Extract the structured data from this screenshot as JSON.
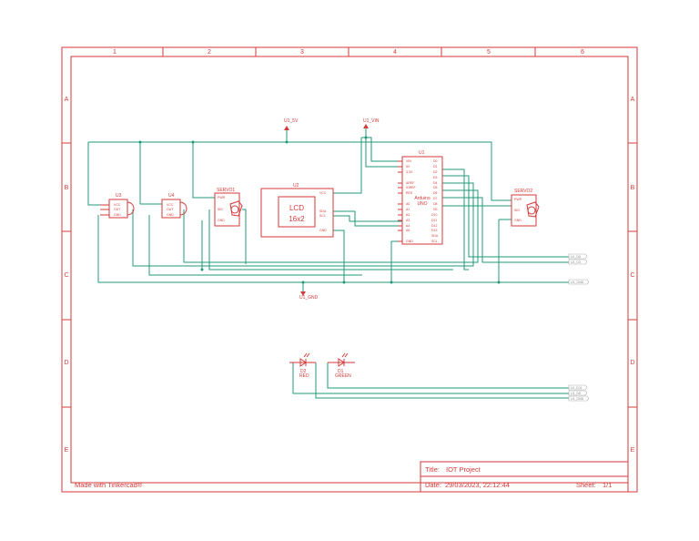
{
  "sheet": {
    "columns": [
      "1",
      "2",
      "3",
      "4",
      "5",
      "6"
    ],
    "rows": [
      "A",
      "B",
      "C",
      "D",
      "E"
    ]
  },
  "net_labels": {
    "v5": "U1_5V",
    "vin": "U1_VIN",
    "gnd": "U1_GND"
  },
  "components": {
    "u3": {
      "ref": "U3",
      "pins": [
        "VCC",
        "OUT",
        "GND"
      ]
    },
    "u4": {
      "ref": "U4",
      "pins": [
        "VCC",
        "OUT",
        "GND"
      ]
    },
    "servo1": {
      "ref": "SERVO1",
      "pins": [
        "PWR",
        "SIG",
        "GND"
      ]
    },
    "lcd": {
      "ref": "U2",
      "line1": "LCD",
      "line2": "16x2",
      "pins_right": [
        "VCC",
        "SDA",
        "SCL",
        "GND"
      ]
    },
    "arduino": {
      "ref": "U1",
      "line1": "Arduino",
      "line2": "UNO",
      "pins_left": [
        "VIN",
        "5V",
        "3.3V",
        "AREF",
        "IOREF",
        "RES",
        "A0",
        "A1",
        "A2",
        "A3",
        "A4",
        "A5",
        "GND"
      ],
      "pins_right": [
        "D0",
        "D1",
        "D2",
        "D3",
        "D4",
        "D5",
        "D6",
        "D7",
        "D8",
        "D9",
        "D10",
        "D11",
        "D12",
        "D13",
        "SDA",
        "SCL"
      ]
    },
    "servo2": {
      "ref": "SERVO2",
      "pins": [
        "PWR",
        "SIG",
        "GND"
      ]
    },
    "d2": {
      "ref": "D2",
      "value": "RED"
    },
    "d1": {
      "ref": "D1",
      "value": "GREEN"
    }
  },
  "offpage_tags": {
    "top": [
      "U1_D6",
      "U1_D3"
    ],
    "gnd_tag": "U1_GND",
    "bottom": [
      "U1_D11",
      "U1_D8",
      "U1_GND"
    ]
  },
  "footer": {
    "made_with": "Made with Tinkercad®"
  },
  "title_block": {
    "title_label": "Title:",
    "title_value": "IOT Project",
    "date_label": "Date:",
    "date_value": "29/03/2023, 22:12:44",
    "sheet_label": "Sheet:",
    "sheet_value": "1/1"
  }
}
